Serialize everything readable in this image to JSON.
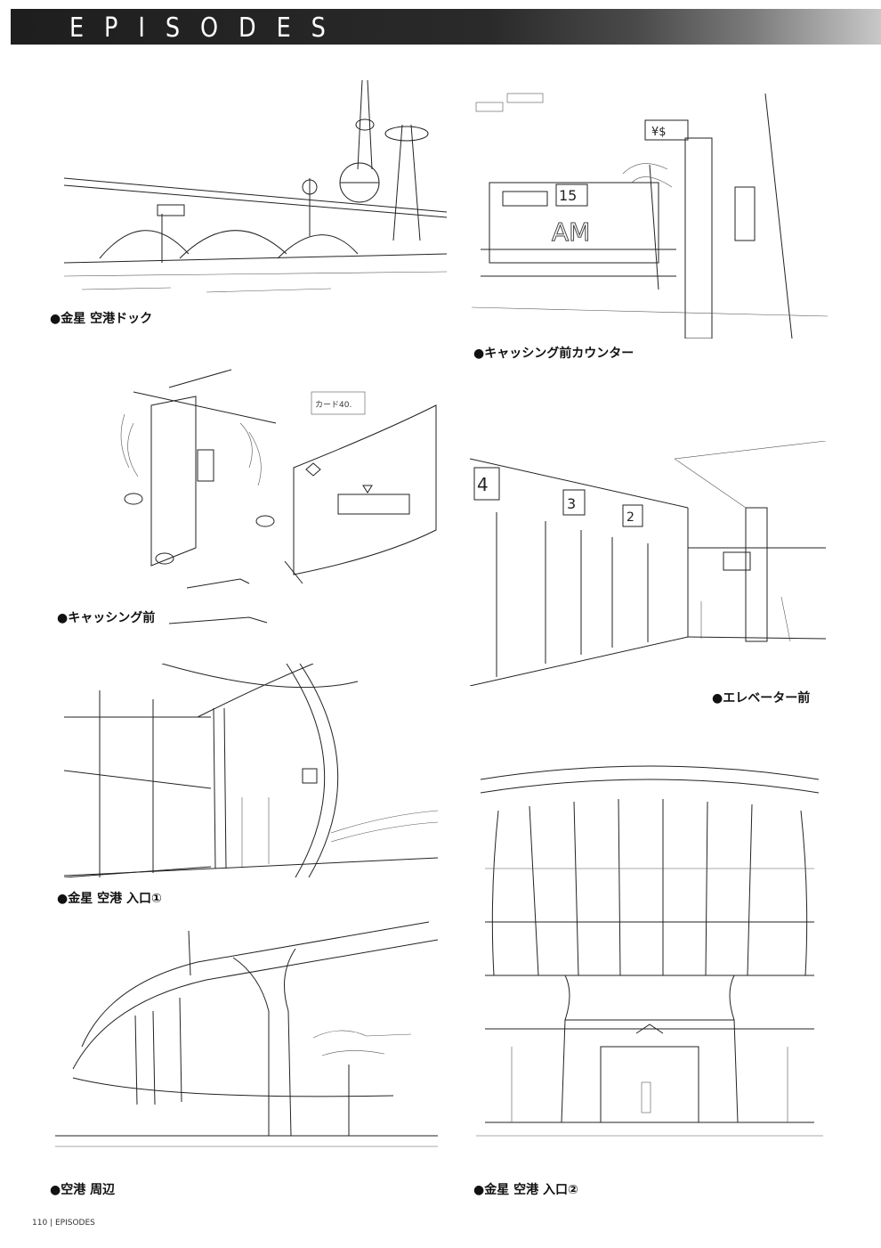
{
  "header": {
    "title": "EPISODES"
  },
  "captions": [
    "●金星 空港ドック",
    "●キャッシング前カウンター",
    "●キャッシング前",
    "●エレベーター前",
    "●金星 空港 入口①",
    "●空港 周辺",
    "●金星 空港 入口②"
  ],
  "sign_text": {
    "counter_number": "15",
    "counter_letters": "AM",
    "currency": "¥$",
    "floor_4": "4",
    "floor_3": "3",
    "floor_2": "2",
    "card_note": "カード40."
  },
  "footer": {
    "page_number": "110",
    "section": "EPISODES"
  }
}
